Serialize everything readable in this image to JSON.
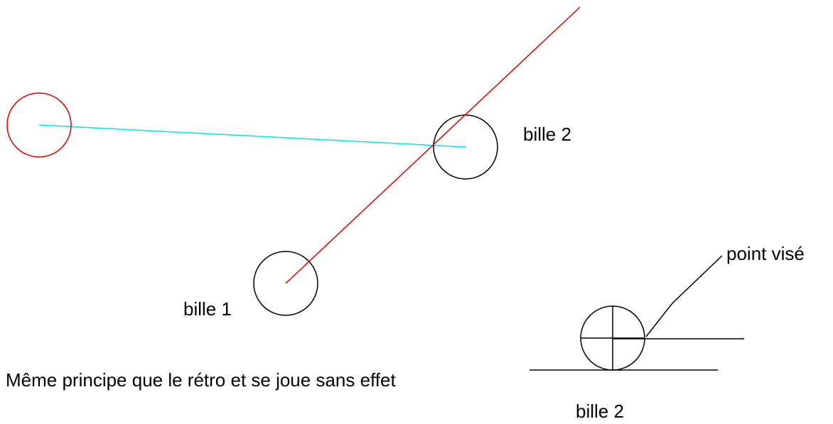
{
  "labels": {
    "bille2_top": "bille 2",
    "bille1": "bille 1",
    "point_vise": "point visé",
    "caption": "Même principe que le rétro et se joue sans effet",
    "bille2_bottom": "bille 2"
  },
  "colors": {
    "cue_ball": "#e00000",
    "aim_line": "#e00000",
    "travel_line": "#00e5ee",
    "ball_outline": "#000000",
    "detail_lines": "#000000"
  }
}
